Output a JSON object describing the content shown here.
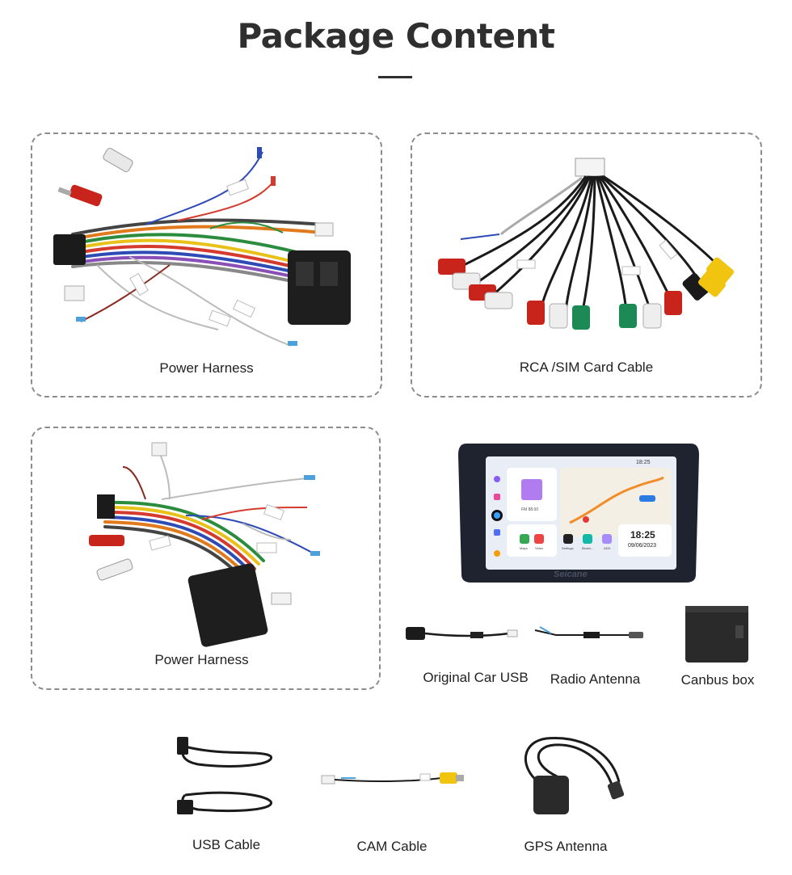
{
  "page": {
    "title": "Package Content"
  },
  "items": {
    "power_harness_1": {
      "caption": "Power Harness"
    },
    "rca_sim_cable": {
      "caption": "RCA /SIM Card Cable"
    },
    "power_harness_2": {
      "caption": "Power Harness"
    },
    "original_car_usb": {
      "caption": "Original Car USB"
    },
    "radio_antenna": {
      "caption": "Radio Antenna"
    },
    "canbus_box": {
      "caption": "Canbus box"
    },
    "usb_cable": {
      "caption": "USB Cable"
    },
    "cam_cable": {
      "caption": "CAM Cable"
    },
    "gps_antenna": {
      "caption": "GPS Antenna"
    }
  },
  "device": {
    "brand": "Seicane",
    "time": "18:25",
    "date": "09/06/2023",
    "radio_freq": "FM 88.00",
    "apps": [
      "Maps",
      "Video",
      "Settings",
      "Blueto...",
      "ADD"
    ],
    "colors": {
      "frame": "#1f2330",
      "screen_bg": "#e9eef6",
      "accent": "#2b7be4"
    }
  }
}
